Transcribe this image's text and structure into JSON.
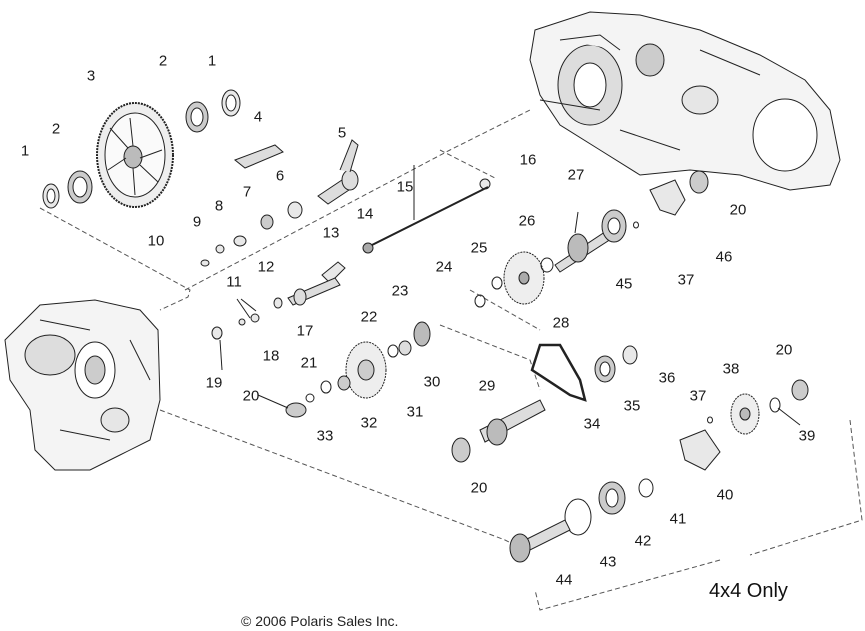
{
  "labels": [
    {
      "text": "1"
    },
    {
      "text": "2"
    },
    {
      "text": "3"
    },
    {
      "text": "2"
    },
    {
      "text": "1"
    },
    {
      "text": "4"
    },
    {
      "text": "5"
    },
    {
      "text": "6"
    },
    {
      "text": "7"
    },
    {
      "text": "8"
    },
    {
      "text": "9"
    },
    {
      "text": "10"
    },
    {
      "text": "11"
    },
    {
      "text": "12"
    },
    {
      "text": "13"
    },
    {
      "text": "14"
    },
    {
      "text": "15"
    },
    {
      "text": "16"
    },
    {
      "text": "17"
    },
    {
      "text": "18"
    },
    {
      "text": "19"
    },
    {
      "text": "20"
    },
    {
      "text": "21"
    },
    {
      "text": "22"
    },
    {
      "text": "23"
    },
    {
      "text": "24"
    },
    {
      "text": "25"
    },
    {
      "text": "26"
    },
    {
      "text": "27"
    },
    {
      "text": "28"
    },
    {
      "text": "29"
    },
    {
      "text": "30"
    },
    {
      "text": "31"
    },
    {
      "text": "32"
    },
    {
      "text": "33"
    },
    {
      "text": "34"
    },
    {
      "text": "35"
    },
    {
      "text": "36"
    },
    {
      "text": "37"
    },
    {
      "text": "38"
    },
    {
      "text": "39"
    },
    {
      "text": "40"
    },
    {
      "text": "41"
    },
    {
      "text": "42"
    },
    {
      "text": "43"
    },
    {
      "text": "44"
    },
    {
      "text": "45"
    },
    {
      "text": "46"
    },
    {
      "text": "20"
    },
    {
      "text": "20"
    },
    {
      "text": "37"
    },
    {
      "text": "20"
    },
    {
      "text": "20"
    }
  ],
  "note": "4x4 Only",
  "copyright": "© 2006 Polaris Sales Inc."
}
